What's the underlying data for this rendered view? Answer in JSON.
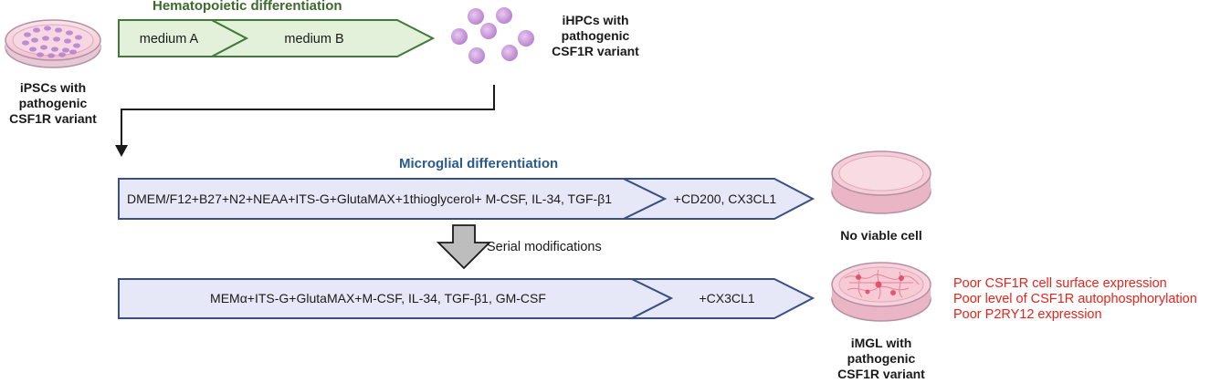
{
  "hematopoietic": {
    "title": "Hematopoietic differentiation",
    "title_color": "#3c6a2c",
    "arrow_fill": "#e4f1da",
    "arrow_stroke": "#3f7a3a",
    "steps": [
      "medium A",
      "medium B"
    ]
  },
  "ipsc": {
    "caption": [
      "iPSCs with",
      "pathogenic",
      "CSF1R variant"
    ]
  },
  "ihpc": {
    "caption": [
      "iHPCs with",
      "pathogenic",
      "CSF1R variant"
    ],
    "cell_color": "#c99adc"
  },
  "microglial": {
    "title": "Microglial differentiation",
    "title_color": "#2b5a8f",
    "arrow_fill": "#e6e8f8",
    "arrow_stroke": "#3a4f86",
    "row1_steps": [
      "DMEM/F12+B27+N2+NEAA+ITS-G+GlutaMAX+1thioglycerol+ M-CSF, IL-34, TGF-β1",
      "+CD200, CX3CL1"
    ],
    "row2_steps": [
      "MEMα+ITS-G+GlutaMAX+M-CSF, IL-34, TGF-β1, GM-CSF",
      "+CX3CL1"
    ]
  },
  "modification": {
    "label": "Serial modifications",
    "arrow_color": "#bdbdbd"
  },
  "outcome_fail": {
    "caption": "No viable cell",
    "dish_color": "#f5cdd8"
  },
  "outcome_imgl": {
    "caption": [
      "iMGL with",
      "pathogenic",
      "CSF1R variant"
    ],
    "notes": [
      "Poor CSF1R cell surface expression",
      "Poor level of CSF1R autophosphorylation",
      "Poor P2RY12 expression"
    ],
    "notes_color": "#e8231c"
  }
}
